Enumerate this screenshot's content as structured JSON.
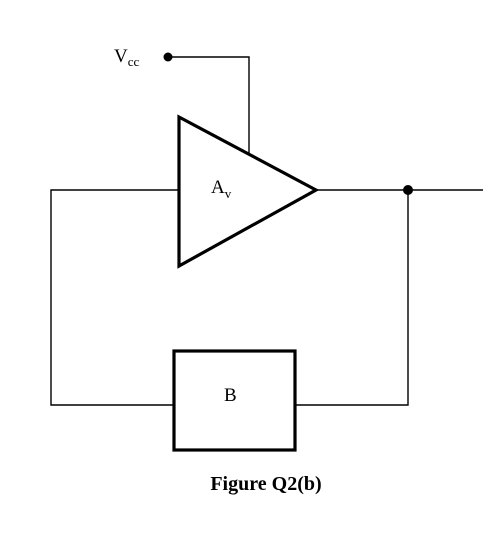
{
  "supply": {
    "label": "V",
    "subscript": "cc"
  },
  "amplifier": {
    "label": "A",
    "subscript": "v"
  },
  "feedback_block": {
    "label": "B"
  },
  "caption": "Figure Q2(b)"
}
